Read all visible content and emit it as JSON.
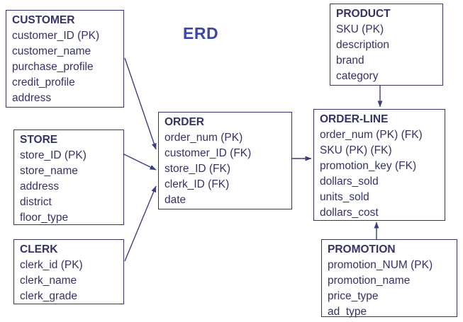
{
  "diagram": {
    "title": "ERD",
    "colors": {
      "text": "#333366",
      "border": "#333366",
      "title_text": "#3A46A8",
      "background": "#FFFFFF"
    }
  },
  "entities": [
    {
      "id": "customer",
      "name": "CUSTOMER",
      "fields": [
        "customer_ID (PK)",
        "customer_name",
        "purchase_profile",
        "credit_profile",
        "address"
      ]
    },
    {
      "id": "store",
      "name": "STORE",
      "fields": [
        "store_ID (PK)",
        "store_name",
        "address",
        "district",
        "floor_type"
      ]
    },
    {
      "id": "clerk",
      "name": "CLERK",
      "fields": [
        "clerk_id (PK)",
        "clerk_name",
        "clerk_grade"
      ]
    },
    {
      "id": "order",
      "name": "ORDER",
      "fields": [
        "order_num (PK)",
        "customer_ID (FK)",
        "store_ID (FK)",
        "clerk_ID (FK)",
        "date"
      ]
    },
    {
      "id": "product",
      "name": "PRODUCT",
      "fields": [
        "SKU (PK)",
        "description",
        "brand",
        "category"
      ]
    },
    {
      "id": "order-line",
      "name": "ORDER-LINE",
      "fields": [
        "order_num (PK) (FK)",
        "SKU (PK) (FK)",
        "promotion_key (FK)",
        "dollars_sold",
        "units_sold",
        "dollars_cost"
      ]
    },
    {
      "id": "promotion",
      "name": "PROMOTION",
      "fields": [
        "promotion_NUM (PK)",
        "promotion_name",
        "price_type",
        "ad_type"
      ]
    }
  ],
  "connections": [
    {
      "from": "CUSTOMER",
      "to": "ORDER"
    },
    {
      "from": "STORE",
      "to": "ORDER"
    },
    {
      "from": "CLERK",
      "to": "ORDER"
    },
    {
      "from": "ORDER",
      "to": "ORDER-LINE"
    },
    {
      "from": "PRODUCT",
      "to": "ORDER-LINE"
    },
    {
      "from": "PROMOTION",
      "to": "ORDER-LINE"
    }
  ]
}
